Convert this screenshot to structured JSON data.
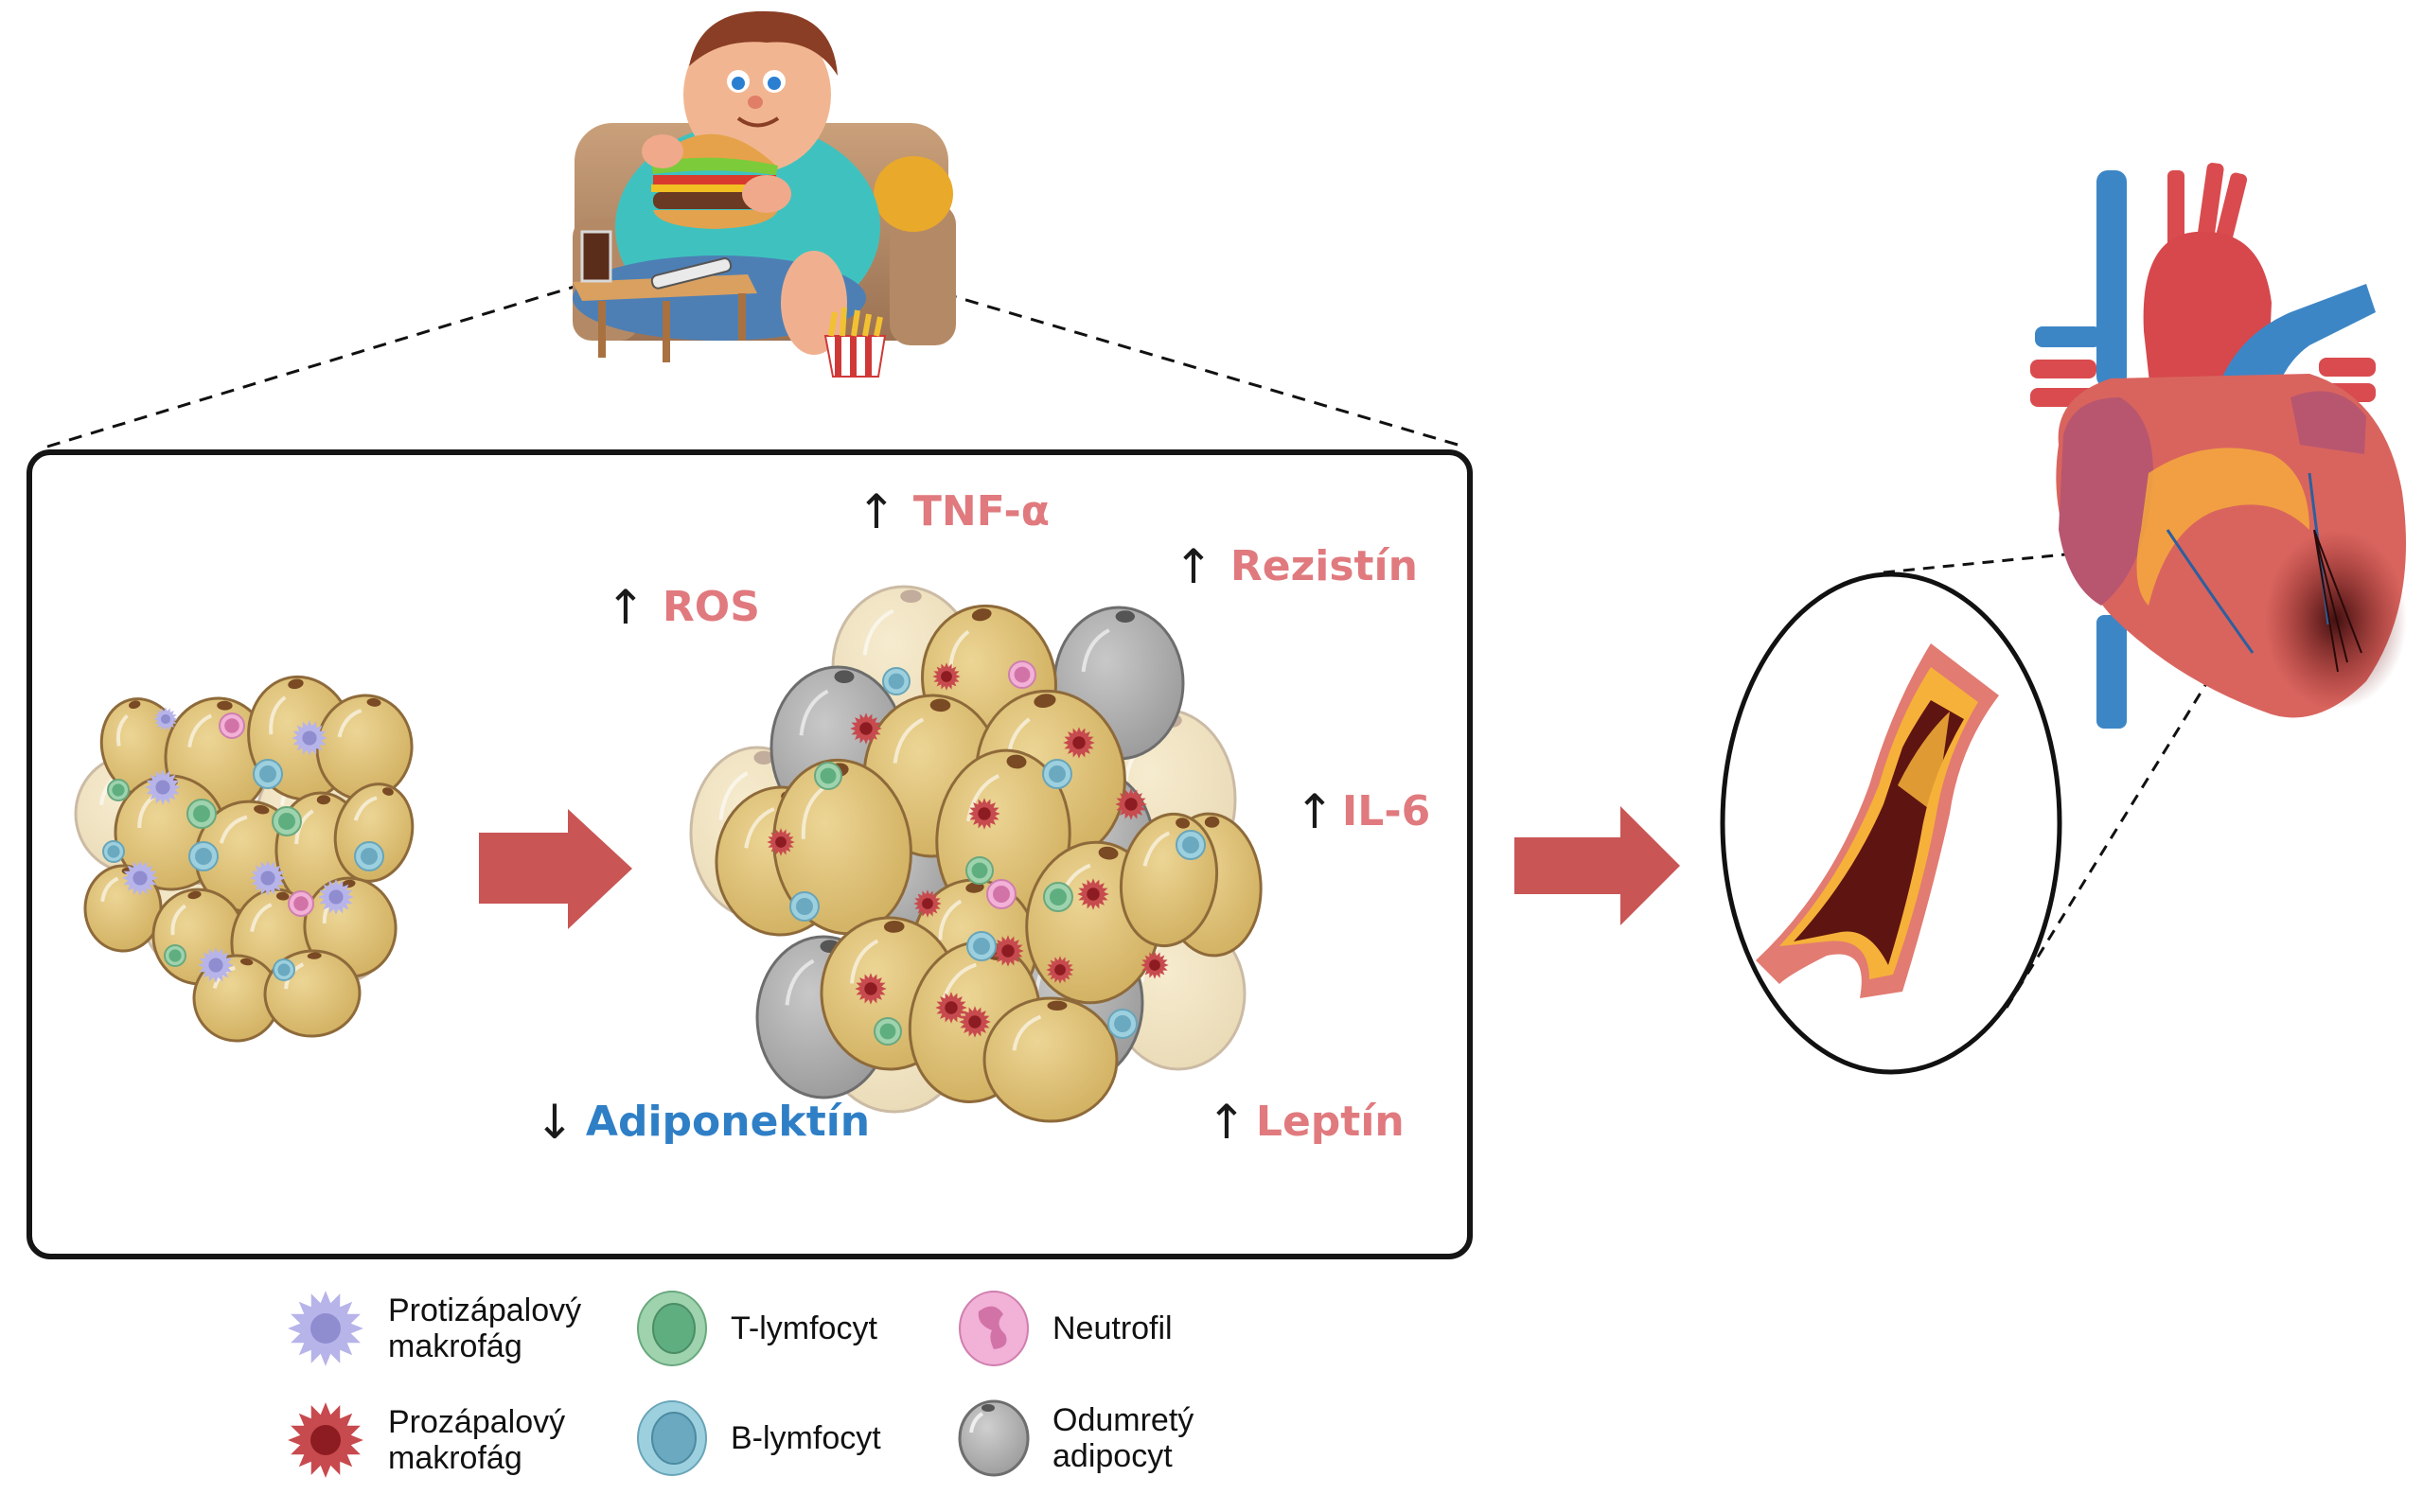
{
  "figure": {
    "scene": {
      "person": "obese-man-eating-burger-on-sofa",
      "adipose_healthy": "small-adipose-tissue-cluster",
      "adipose_inflamed": "enlarged-inflamed-adipose-tissue",
      "vessel": "atherosclerotic-artery-with-plaque",
      "organ": "heart-with-myocardial-infarction"
    },
    "markers": [
      {
        "id": "tnf",
        "label": "TNF-α",
        "direction": "up",
        "arrow": "↑"
      },
      {
        "id": "rezistin",
        "label": "Rezistín",
        "direction": "up",
        "arrow": "↑"
      },
      {
        "id": "ros",
        "label": "ROS",
        "direction": "up",
        "arrow": "↑"
      },
      {
        "id": "il6",
        "label": "IL-6",
        "direction": "up",
        "arrow": "↑"
      },
      {
        "id": "adiponektin",
        "label": "Adiponektín",
        "direction": "down",
        "arrow": "↓"
      },
      {
        "id": "leptin",
        "label": "Leptín",
        "direction": "up",
        "arrow": "↑"
      }
    ],
    "legend": [
      {
        "icon": "anti-inflammatory-macrophage",
        "label": "Protizápalový makrofág"
      },
      {
        "icon": "t-lymphocyte",
        "label": "T-lymfocyt"
      },
      {
        "icon": "neutrophil",
        "label": "Neutrofil"
      },
      {
        "icon": "pro-inflammatory-macrophage",
        "label": "Prozápalový makrofág"
      },
      {
        "icon": "b-lymphocyte",
        "label": "B-lymfocyt"
      },
      {
        "icon": "dead-adipocyte",
        "label": "Odumretý adipocyt"
      }
    ],
    "colors": {
      "upregulated_text": "#e07a7e",
      "downregulated_text": "#2f7fc6",
      "flow_arrow": "#c95555",
      "adipocyte": "#dcbf6e",
      "dead_adipocyte": "#a9a9a9",
      "t_cell": "#8fcca3",
      "b_cell": "#8cc7da",
      "neutrophil": "#eea3cf",
      "anti_macrophage": "#a9a6e0",
      "pro_macrophage": "#b73a3f"
    }
  }
}
